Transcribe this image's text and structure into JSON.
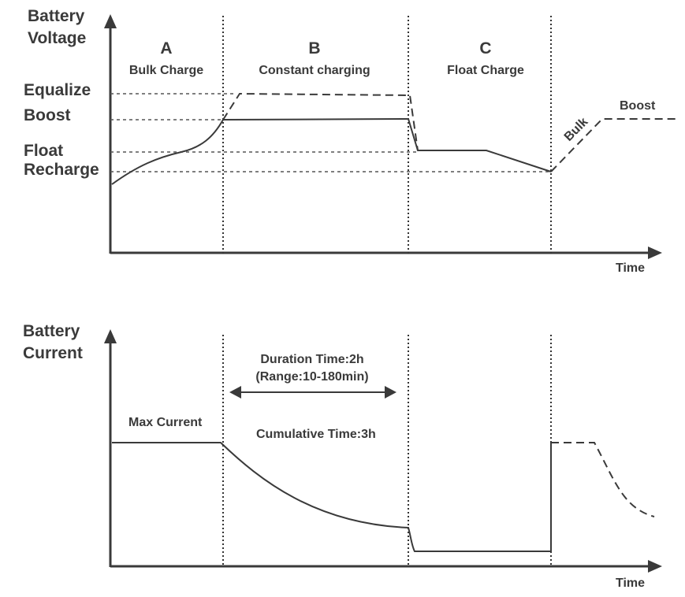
{
  "top_chart": {
    "y_label_line1": "Battery",
    "y_label_line2": "Voltage",
    "x_label": "Time",
    "levels": {
      "equalize": "Equalize",
      "boost": "Boost",
      "float": "Float",
      "recharge": "Recharge"
    },
    "phases": {
      "a_letter": "A",
      "a_name": "Bulk Charge",
      "b_letter": "B",
      "b_name": "Constant charging",
      "c_letter": "C",
      "c_name": "Float Charge"
    },
    "curve_labels": {
      "bulk": "Bulk",
      "boost": "Boost"
    }
  },
  "bottom_chart": {
    "y_label_line1": "Battery",
    "y_label_line2": "Current",
    "x_label": "Time",
    "max_current": "Max Current",
    "duration_line1": "Duration Time:2h",
    "duration_line2": "(Range:10-180min)",
    "cumulative": "Cumulative Time:3h"
  }
}
